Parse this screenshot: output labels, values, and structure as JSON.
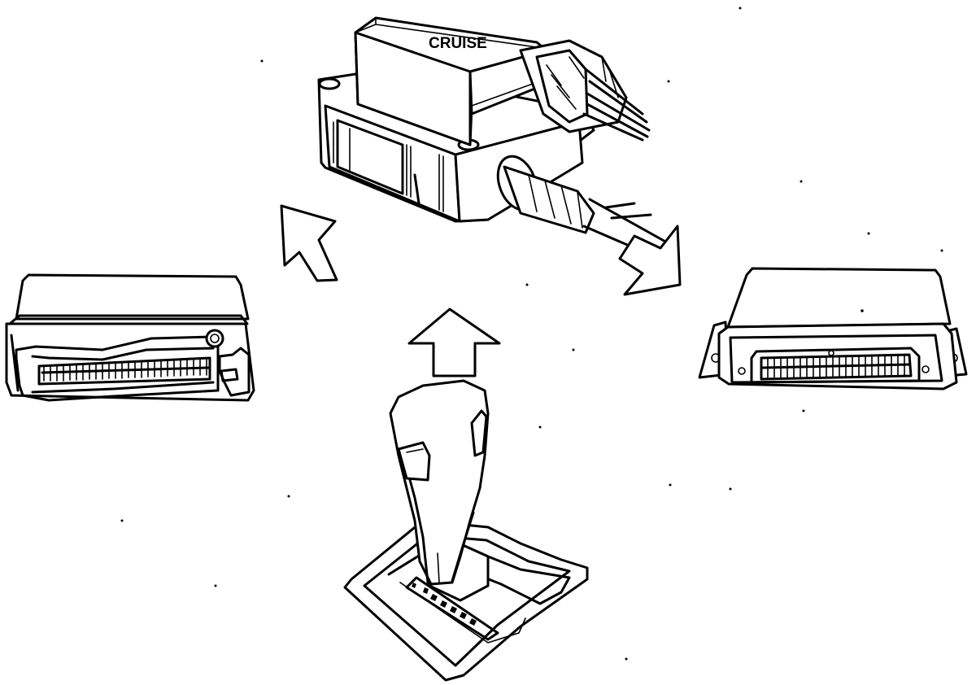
{
  "diagram": {
    "cruise_module": {
      "label": "CRUISE",
      "icon": "cruise-control-module-icon"
    },
    "left_module": {
      "icon": "engine-control-module-icon"
    },
    "right_module": {
      "icon": "transmission-control-module-icon"
    },
    "gear_selector": {
      "icon": "gear-selector-lever-icon"
    },
    "arrows": [
      {
        "icon": "arrow-up-right-icon",
        "from": "left_module",
        "to": "cruise_module"
      },
      {
        "icon": "arrow-up-icon",
        "from": "gear_selector",
        "to": "cruise_module"
      },
      {
        "icon": "arrow-down-right-icon",
        "from": "cruise_module",
        "to": "right_module"
      }
    ],
    "colors": {
      "ink": "#000000",
      "paper": "#ffffff"
    }
  }
}
